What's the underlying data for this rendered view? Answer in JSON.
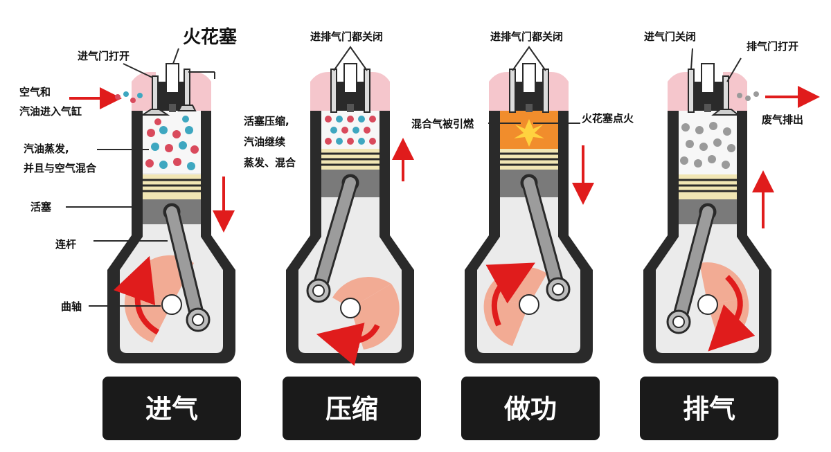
{
  "labels": {
    "spark_plug": "火花塞",
    "intake_valve_open": "进气门打开",
    "air_fuel_in_1": "空气和",
    "air_fuel_in_2": "汽油进入气缸",
    "fuel_evap_1": "汽油蒸发,",
    "fuel_evap_2": "并且与空气混合",
    "piston": "活塞",
    "con_rod": "连杆",
    "crankshaft": "曲轴",
    "valves_closed_2": "进排气门都关闭",
    "compress_1": "活塞压缩,",
    "compress_2": "汽油继续",
    "compress_3": "蒸发、混合",
    "valves_closed_3": "进排气门都关闭",
    "mixture_ignited": "混合气被引燃",
    "spark_fire": "火花塞点火",
    "intake_valve_closed": "进气门关闭",
    "exhaust_valve_open": "排气门打开",
    "exhaust_out": "废气排出"
  },
  "stages": [
    "进气",
    "压缩",
    "做功",
    "排气"
  ],
  "colors": {
    "outline": "#2a2a2a",
    "cylinder_inner": "#ebebeb",
    "crank_disc": "#f2ab94",
    "port_pink": "#f5c6cc",
    "piston_gray": "#7a7a7a",
    "ring_yellow": "#f1e6b4",
    "arrow_red": "#e01c1c",
    "dot_red": "#d94a5c",
    "dot_blue": "#3ea7c0",
    "dot_gray": "#9a9a9a",
    "flame": "#f18d2c",
    "stage_box": "#1a1a1a"
  },
  "icons": [
    "spark-plug-icon",
    "valve-icon",
    "piston-icon",
    "crank-disc-icon",
    "rotation-arrow-icon",
    "motion-arrow-icon"
  ]
}
